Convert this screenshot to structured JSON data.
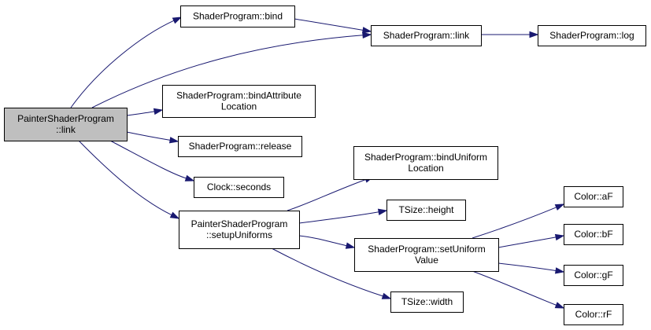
{
  "graph": {
    "edge_color": "#191970",
    "root_fill": "#bfbfbf",
    "nodes": [
      {
        "id": "root",
        "lines": [
          "PainterShaderProgram",
          "::link"
        ]
      },
      {
        "id": "sp_bind",
        "lines": [
          "ShaderProgram::bind"
        ]
      },
      {
        "id": "sp_link",
        "lines": [
          "ShaderProgram::link"
        ]
      },
      {
        "id": "sp_log",
        "lines": [
          "ShaderProgram::log"
        ]
      },
      {
        "id": "sp_bindattr",
        "lines": [
          "ShaderProgram::bindAttribute",
          "Location"
        ]
      },
      {
        "id": "sp_release",
        "lines": [
          "ShaderProgram::release"
        ]
      },
      {
        "id": "clock_seconds",
        "lines": [
          "Clock::seconds"
        ]
      },
      {
        "id": "psp_setup",
        "lines": [
          "PainterShaderProgram",
          "::setupUniforms"
        ]
      },
      {
        "id": "sp_binduniform",
        "lines": [
          "ShaderProgram::bindUniform",
          "Location"
        ]
      },
      {
        "id": "tsize_height",
        "lines": [
          "TSize::height"
        ]
      },
      {
        "id": "sp_setuniform",
        "lines": [
          "ShaderProgram::setUniform",
          "Value"
        ]
      },
      {
        "id": "tsize_width",
        "lines": [
          "TSize::width"
        ]
      },
      {
        "id": "color_af",
        "lines": [
          "Color::aF"
        ]
      },
      {
        "id": "color_bf",
        "lines": [
          "Color::bF"
        ]
      },
      {
        "id": "color_gf",
        "lines": [
          "Color::gF"
        ]
      },
      {
        "id": "color_rf",
        "lines": [
          "Color::rF"
        ]
      }
    ],
    "edges": [
      {
        "from": "root",
        "to": "sp_bind"
      },
      {
        "from": "root",
        "to": "sp_link"
      },
      {
        "from": "sp_bind",
        "to": "sp_link"
      },
      {
        "from": "sp_link",
        "to": "sp_log"
      },
      {
        "from": "root",
        "to": "sp_bindattr"
      },
      {
        "from": "root",
        "to": "sp_release"
      },
      {
        "from": "root",
        "to": "clock_seconds"
      },
      {
        "from": "root",
        "to": "psp_setup"
      },
      {
        "from": "psp_setup",
        "to": "sp_binduniform"
      },
      {
        "from": "psp_setup",
        "to": "tsize_height"
      },
      {
        "from": "psp_setup",
        "to": "sp_setuniform"
      },
      {
        "from": "psp_setup",
        "to": "tsize_width"
      },
      {
        "from": "sp_setuniform",
        "to": "color_af"
      },
      {
        "from": "sp_setuniform",
        "to": "color_bf"
      },
      {
        "from": "sp_setuniform",
        "to": "color_gf"
      },
      {
        "from": "sp_setuniform",
        "to": "color_rf"
      }
    ]
  }
}
